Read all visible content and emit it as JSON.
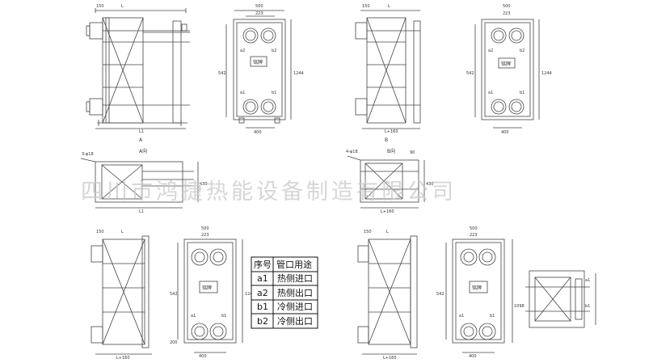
{
  "watermark": "四川市鸿捷热能设备制造有限公司",
  "table": {
    "headers": [
      "序号",
      "管口用途"
    ],
    "rows": [
      {
        "id": "a1",
        "use": "热侧进口"
      },
      {
        "id": "a2",
        "use": "热侧出口"
      },
      {
        "id": "b1",
        "use": "冷侧进口"
      },
      {
        "id": "b2",
        "use": "冷侧出口"
      }
    ]
  },
  "views": {
    "A": {
      "caption": "A",
      "view_label": "A向",
      "bolt_spec": "3-φ18"
    },
    "B": {
      "caption": "B",
      "view_label": "B向",
      "bolt_spec": "4-φ18"
    }
  },
  "plate_label": "铭牌",
  "dims": {
    "d150": "150",
    "L": "L",
    "L1": "L1",
    "L160": "L+160",
    "d500": "500",
    "d223": "223",
    "d400": "400",
    "d542": "542",
    "d1244": "1244",
    "d1098": "1098",
    "d200": "200",
    "d430": "430",
    "d90": "90"
  },
  "port_labels": {
    "a1": "a1",
    "a2": "a2",
    "b1": "b1",
    "b2": "b2"
  }
}
